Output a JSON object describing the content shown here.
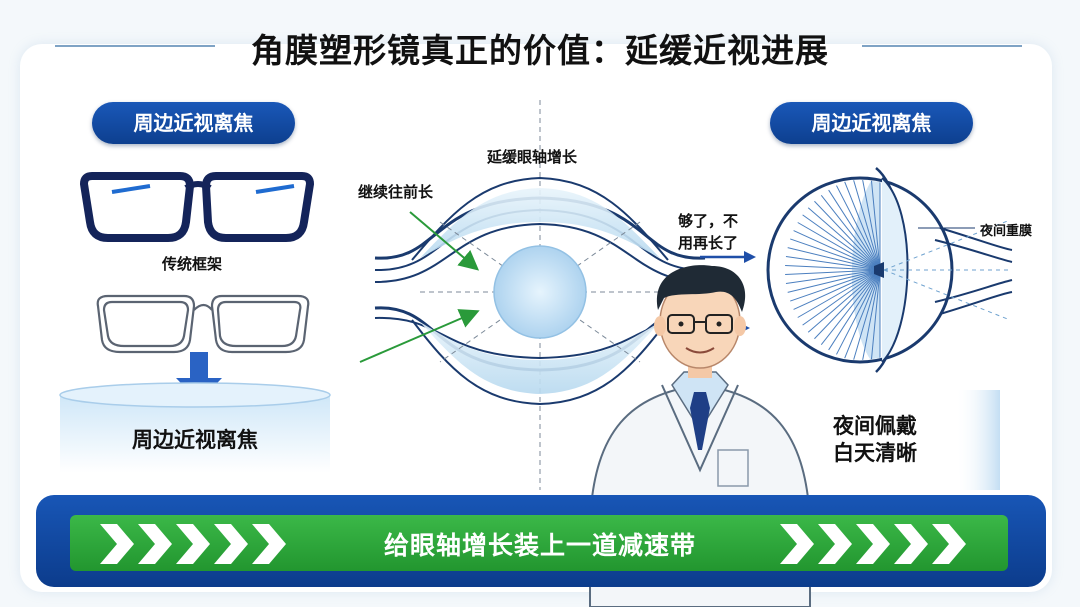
{
  "title": "角膜塑形镜真正的价值：延缓近视进展",
  "left": {
    "pill": "周边近视离焦",
    "frame_label": "传统框架",
    "result_label": "周边近视离焦"
  },
  "center": {
    "top_label": "延缓眼轴增长",
    "grow_label": "继续往前长",
    "enough_line1": "够了，不",
    "enough_line2": "用再长了"
  },
  "right": {
    "pill": "周边近视离焦",
    "reshape_label": "夜间重膜",
    "wear_line1": "夜间佩戴",
    "wear_line2": "白天清晰"
  },
  "banner": {
    "text": "给眼轴增长装上一道减速带"
  },
  "colors": {
    "pill_blue": "#0d3f8f",
    "band_blue": "#1856b6",
    "band_green": "#2fa83c",
    "arrow_green": "#2a9a3a",
    "lens_blue": "#b9daf2"
  },
  "icons": [
    "glasses-dark-icon",
    "glasses-outline-icon",
    "down-arrow-icon",
    "chevron-right-icon",
    "doctor-illustration"
  ]
}
